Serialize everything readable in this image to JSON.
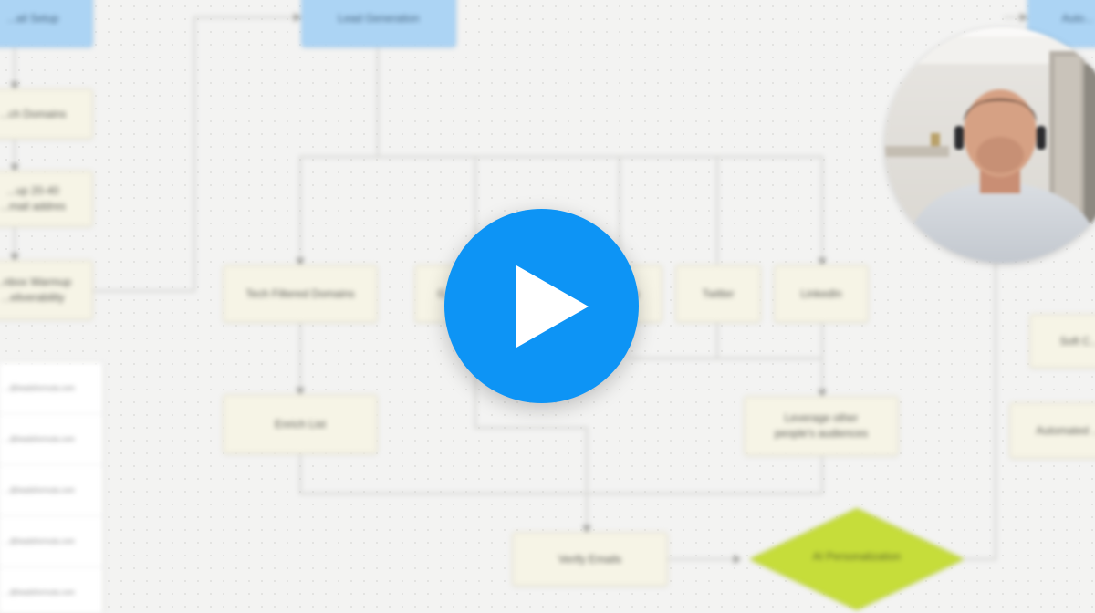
{
  "video": {
    "play_button_label": "Play video",
    "accent_color": "#0d94f5"
  },
  "flowchart": {
    "nodes": {
      "setup": "...ail Setup",
      "domains": "...ch Domains",
      "inboxes": "...up 20-40\n...mail addres",
      "warmup": "...nbox Warmup\n...eliverability",
      "lead_generation": "Lead Generation",
      "top_right": "Auto...",
      "tech_filtered": "Tech Filtered Domains",
      "partial_left": "G...",
      "partial_right": "...s",
      "twitter": "Twitter",
      "linkedin": "LinkedIn",
      "enrich": "Enrich List",
      "leverage": "Leverage other\npeople's audiences",
      "verify": "Verify Emails",
      "ai_personalization": "AI Personalization",
      "soft": "Soft C...",
      "automated": "Automated ..."
    },
    "colors": {
      "node_fill": "#f6f4e6",
      "header_fill": "#acd4f4",
      "decision_fill": "#c6dd3a"
    }
  },
  "email_list": {
    "rows": [
      "...@leadsformula.com",
      "...@leadsformula.com",
      "...@leadsformula.com",
      "...@leadsformula.com",
      "...@leadsformula.com"
    ]
  }
}
